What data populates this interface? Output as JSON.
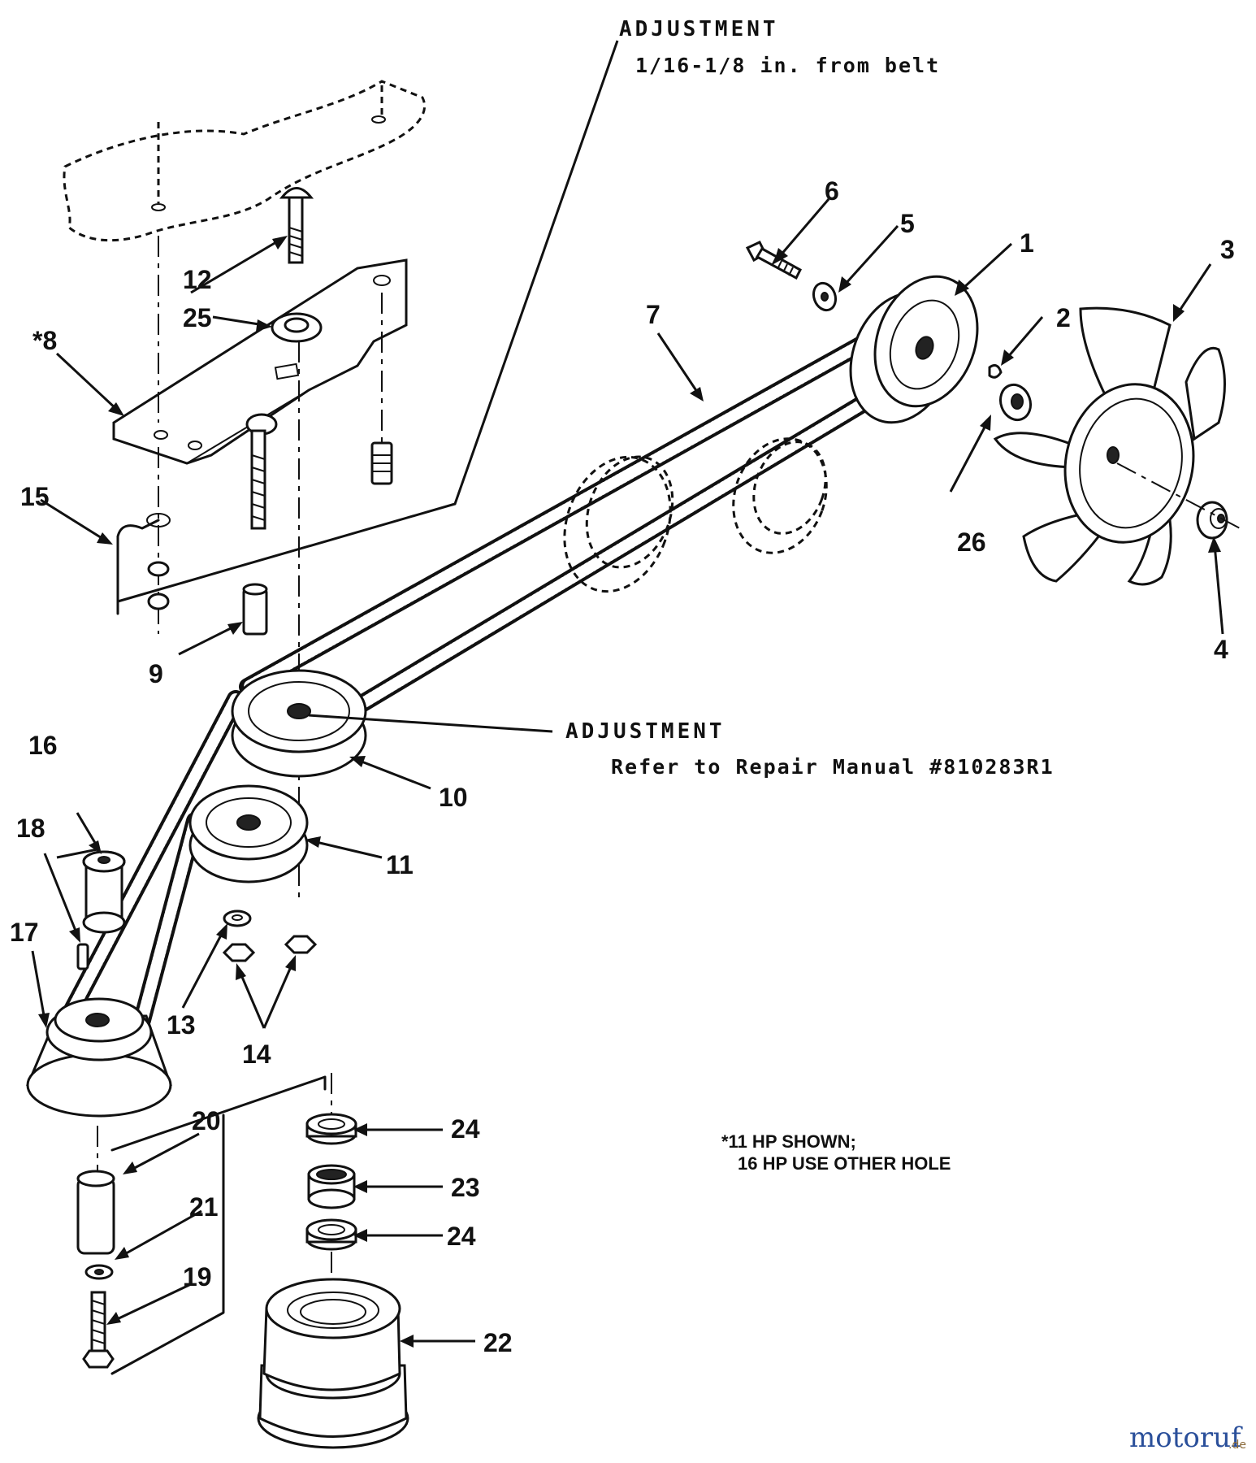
{
  "notes": {
    "adjustment_top": {
      "title": "ADJUSTMENT",
      "detail": "1/16-1/8 in. from belt"
    },
    "adjustment_mid": {
      "title": "ADJUSTMENT",
      "detail": "Refer to Repair Manual #810283R1"
    },
    "footnote": {
      "line1": "*11 HP SHOWN;",
      "line2": "16 HP USE OTHER HOLE"
    }
  },
  "callouts": {
    "c1": "1",
    "c2": "2",
    "c3": "3",
    "c4": "4",
    "c5": "5",
    "c6": "6",
    "c7": "7",
    "c8": "*8",
    "c9": "9",
    "c10": "10",
    "c11": "11",
    "c12": "12",
    "c13": "13",
    "c14": "14",
    "c15": "15",
    "c16": "16",
    "c17": "17",
    "c18": "18",
    "c19": "19",
    "c20": "20",
    "c21": "21",
    "c22": "22",
    "c23": "23",
    "c24a": "24",
    "c24b": "24",
    "c25": "25",
    "c26": "26"
  },
  "watermark": {
    "brand": "motoruf",
    "suffix": ".de"
  },
  "colors": {
    "ink": "#111111",
    "paper": "#ffffff",
    "watermark_blue": "#2a4f9a",
    "watermark_orange": "#d4731c"
  }
}
